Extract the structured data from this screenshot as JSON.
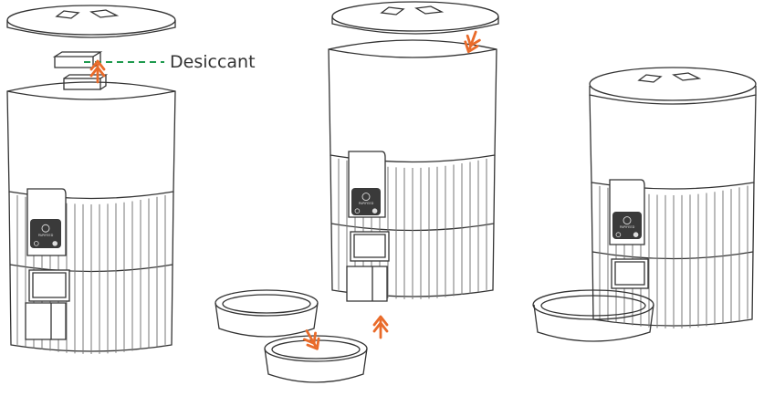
{
  "labels": {
    "desiccant": "Desiccant"
  },
  "panel": {
    "brand": "PAPIFEED"
  },
  "colors": {
    "line": "#333333",
    "light_line": "#777777",
    "arrow": "#e96b2a",
    "leader": "#1f9a4f",
    "panel": "#3a3a3a",
    "panel_text": "#dddddd"
  },
  "icons": [
    "paw-logo-icon",
    "power-button-icon",
    "feed-button-icon",
    "orange-arrow-icon"
  ],
  "steps": [
    {
      "step": "remove-lid-insert-desiccant"
    },
    {
      "step": "close-lid-attach-bowl"
    },
    {
      "step": "assembled-feeder"
    }
  ]
}
